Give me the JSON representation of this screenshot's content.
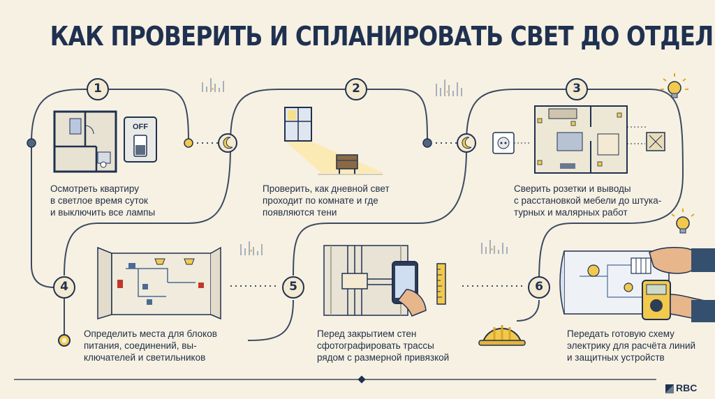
{
  "title": "КАК ПРОВЕРИТЬ И СПЛАНИРОВАТЬ СВЕТ ДО ОТДЕЛКИ",
  "switch_label": "OFF",
  "steps": [
    {
      "number": "1",
      "lines": [
        "Осмотреть квартиру",
        "в светлое время суток",
        "и выключить все лампы"
      ]
    },
    {
      "number": "2",
      "lines": [
        "Проверить, как дневной свет",
        "проходит по комнате и где",
        "появляются тени"
      ]
    },
    {
      "number": "3",
      "lines": [
        "Сверить розетки и выводы",
        "с расстановкой мебели до штука-",
        "турных и малярных работ"
      ]
    },
    {
      "number": "4",
      "lines": [
        "Определить места для блоков",
        "питания, соединений, вы-",
        "ключателей и светильников"
      ]
    },
    {
      "number": "5",
      "lines": [
        "Перед закрытием стен",
        "сфотографировать трассы",
        "рядом с размерной привязкой"
      ]
    },
    {
      "number": "6",
      "lines": [
        "Передать готовую схему",
        "электрику для расчёта линий",
        "и защитных устройств"
      ]
    }
  ],
  "brand": "RBC",
  "colors": {
    "navy": "#1f3150",
    "yellow": "#f2c94c",
    "cream": "#f7f1e3",
    "line": "#4a5a70"
  }
}
